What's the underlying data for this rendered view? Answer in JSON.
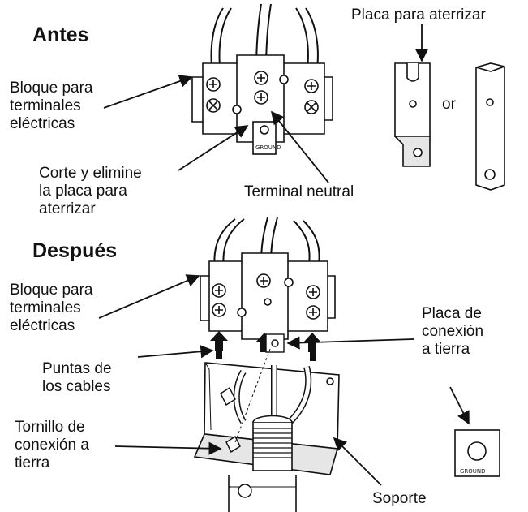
{
  "sections": {
    "before": "Antes",
    "after": "Después"
  },
  "labels": {
    "grounding_plate_top": "Placa para aterrizar",
    "or_word": "or",
    "terminal_block_before": [
      "Bloque para",
      "terminales",
      "eléctricas"
    ],
    "cut_remove": [
      "Corte y elimine",
      "la placa para",
      "aterrizar"
    ],
    "neutral_terminal": "Terminal neutral",
    "terminal_block_after": [
      "Bloque para",
      "terminales",
      "eléctricas"
    ],
    "ground_connection_plate": [
      "Placa de",
      "conexión",
      "a tierra"
    ],
    "cable_tips": [
      "Puntas de",
      "los cables"
    ],
    "ground_screw": [
      "Tornillo de",
      "conexión a",
      "tierra"
    ],
    "bracket": "Soporte"
  },
  "stamps": {
    "ground_small": "GROUND",
    "ground_plate": "GROUND"
  },
  "colors": {
    "ink": "#111111",
    "paper": "#ffffff",
    "shade": "#bdbdbd",
    "light": "#e6e6e6"
  }
}
